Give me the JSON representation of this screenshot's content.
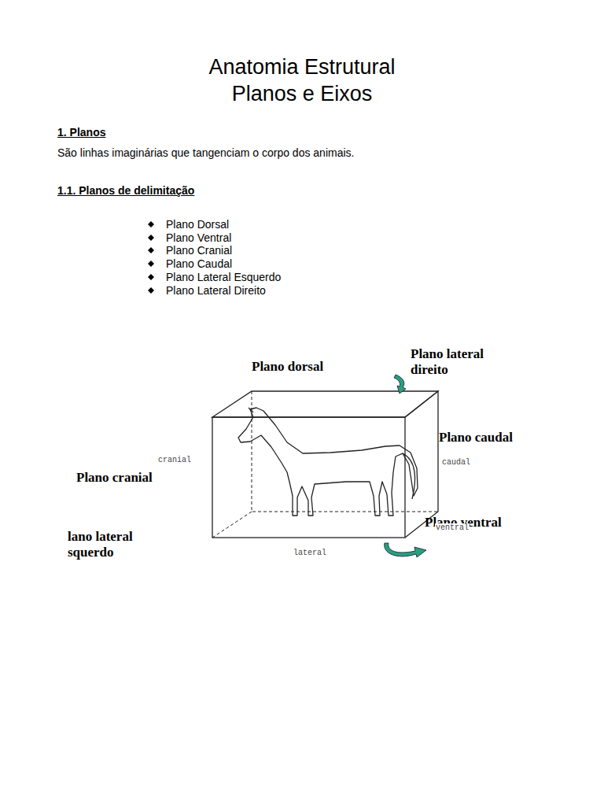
{
  "diagram": {
    "title": "Anatomia Estrutural Planos e Eixos",
    "labels": [
      "1. Planos",
      "São linhas imaginárias que tangenciam o corpo dos animais.",
      "1.1. Planos de delimitação",
      "Plano Dorsal",
      "Plano Ventral",
      "Plano Cranial",
      "Plano Caudal",
      "Plano Lateral Esquerdo",
      "Plano Lateral Direito",
      "Plano dorsal",
      "Plano lateral direito",
      "Plano caudal",
      "Plano cranial",
      "Plano ventral",
      "lano lateral squerdo",
      "cranial",
      "caudal",
      "ventral",
      "lateral"
    ]
  }
}
